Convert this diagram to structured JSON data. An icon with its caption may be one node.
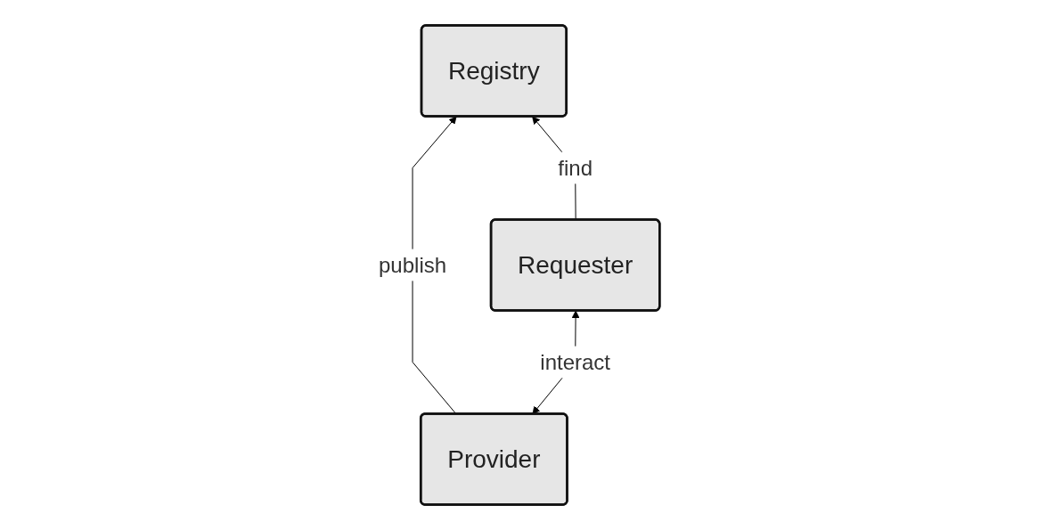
{
  "diagram": {
    "nodes": [
      {
        "text": [
          "Registry"
        ]
      },
      {
        "text": [
          "Provider"
        ]
      },
      {
        "text": [
          "Requester"
        ]
      }
    ],
    "edges": [
      {
        "from": 1,
        "to": 0,
        "arrow": "to",
        "label": "publish"
      },
      {
        "from": 2,
        "to": 0,
        "arrow": "to",
        "label": "find"
      },
      {
        "from": 1,
        "to": 2,
        "arrow": "both",
        "label": "interact"
      }
    ]
  }
}
